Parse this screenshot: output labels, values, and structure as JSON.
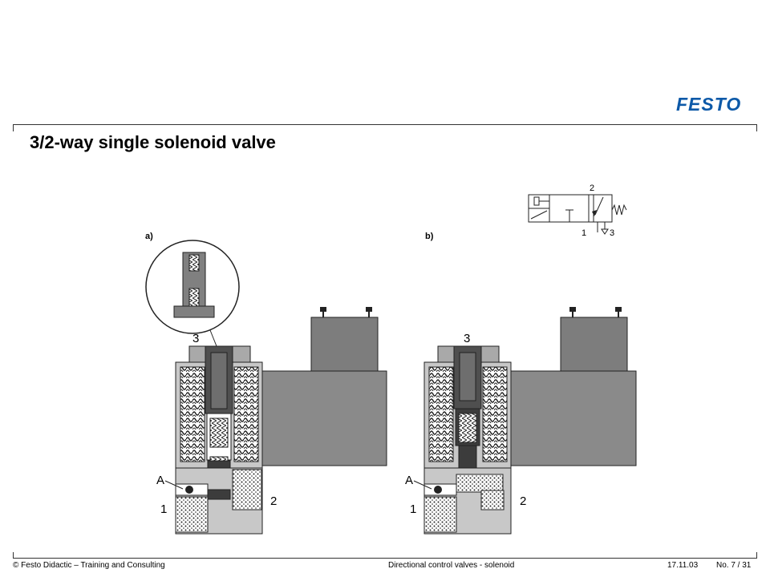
{
  "brand": {
    "logo_text": "FESTO",
    "color": "#0d59a8"
  },
  "slide": {
    "title": "3/2-way single solenoid valve"
  },
  "figure": {
    "panel_a_label": "a)",
    "panel_b_label": "b)",
    "port_exhaust": "3",
    "port_outlet": "2",
    "port_supply": "1",
    "armature_label": "A",
    "symbol_port_2": "2",
    "symbol_port_1": "1",
    "symbol_port_3": "3"
  },
  "footer": {
    "copyright": "© Festo Didactic – Training and Consulting",
    "topic": "Directional control valves - solenoid",
    "date": "17.11.03",
    "page": "No. 7 / 31"
  }
}
